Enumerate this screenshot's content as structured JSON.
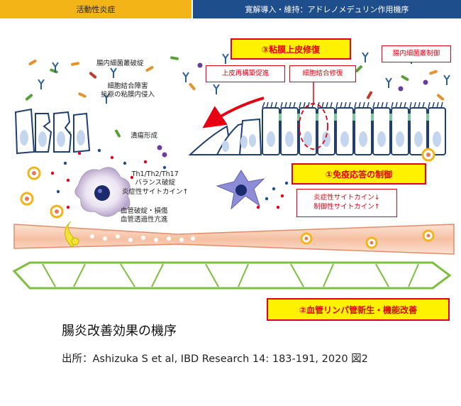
{
  "header": {
    "left": "活動性炎症",
    "right": "寛解導入・維持：アドレノメデュリン作用機序"
  },
  "left_labels": {
    "bacteria": "腸内細菌叢破綻",
    "junction_1": "細胞結合障害",
    "junction_2": "抗原の粘膜内侵入",
    "ulcer": "潰瘍形成",
    "th_1": "Th1/Th2/Th17",
    "th_2": "バランス破綻",
    "th_3": "炎症性サイトカイン↑",
    "vessel_1": "血管破綻・損傷",
    "vessel_2": "血管透過性亢進"
  },
  "right_labels": {
    "box3": "③粘膜上皮修復",
    "epi_restore": "上皮再構築促進",
    "junction_repair": "細胞結合修復",
    "flora_control": "腸内細菌叢制御",
    "box1": "①免疫応答の制御",
    "cyto_1": "炎症性サイトカイン↓",
    "cyto_2": "制御性サイトカイン↑",
    "box2": "②血管リンパ管新生・機能改善"
  },
  "caption": {
    "title": "腸炎改善効果の機序",
    "source": "出所：Ashizuka S et al, IBD Research 14: 183-191, 2020 図2"
  },
  "colors": {
    "header_left": "#f3b417",
    "header_right": "#1f4e8c",
    "highlight_box": "#fff200",
    "accent_red": "#e60012",
    "epithelium": "#1e3f73",
    "lymphatic": "#7dbf3f",
    "vessel": "#f7c9ae"
  }
}
